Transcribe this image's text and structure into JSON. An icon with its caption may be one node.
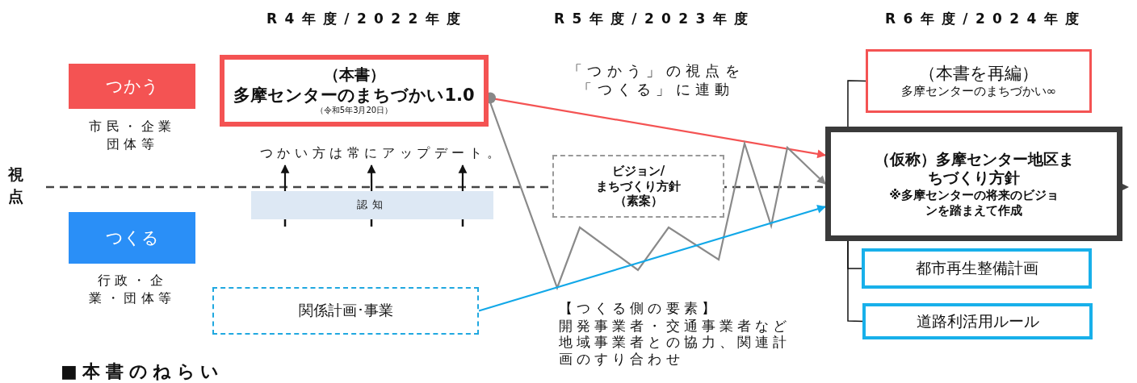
{
  "diagram": {
    "nodes": [
      {
        "text": [
          "つかう"
        ],
        "beside": [
          "市民・企業団体等"
        ]
      },
      {
        "text": [
          "（本書）",
          "多摩センターのまちづかい1.0",
          "（令和5年3月20日）"
        ]
      },
      {
        "text": [
          "認知"
        ]
      },
      {
        "text": [
          "つくる"
        ],
        "beside": [
          "行政・企業・団体等"
        ]
      },
      {
        "text": [
          "関係計画･事業"
        ]
      },
      {
        "text": [
          "ビジョン/まちづくり方針（素案）"
        ]
      },
      {
        "text": [
          "（本書を再編）",
          "多摩センターのまちづかい∞"
        ]
      },
      {
        "text": [
          "（仮称）多摩センター地区まちづくり方針",
          "※多摩センターの将来のビジョンを踏まえて作成"
        ]
      },
      {
        "text": [
          "都市再生整備計画"
        ]
      },
      {
        "text": [
          "道路利活用ルール"
        ]
      },
      {
        "text": [
          "つかい方は常にアップデート。"
        ]
      }
    ],
    "edges": [
      {
        "from": 1,
        "to": 7,
        "arrow": "to",
        "color": "#f45353"
      },
      {
        "from": 1,
        "to": 7,
        "arrow": "to",
        "color": "#8a8a8a"
      },
      {
        "from": 4,
        "to": 7,
        "arrow": "to",
        "color": "#12a8e8"
      },
      {
        "from": 2,
        "to": 10,
        "arrow": "to"
      },
      {
        "from": 2,
        "to": 10,
        "arrow": "to"
      },
      {
        "from": 2,
        "to": 10,
        "arrow": "to"
      },
      {
        "from": 7,
        "to": 6,
        "arrow": "none"
      },
      {
        "from": 7,
        "to": 8,
        "arrow": "none"
      },
      {
        "from": 7,
        "to": 9,
        "arrow": "none"
      }
    ],
    "labels": [
      "R4年度/2022年度",
      "R5年度/2023年度",
      "R6年度/2024年度",
      "視点",
      "「つかう」の視点を「つくる」に連動",
      "【つくる側の要素】",
      "開発事業者・交通事業者など地域事業者との協力、関連計画のすり合わせ",
      "■本書のねらい"
    ]
  }
}
